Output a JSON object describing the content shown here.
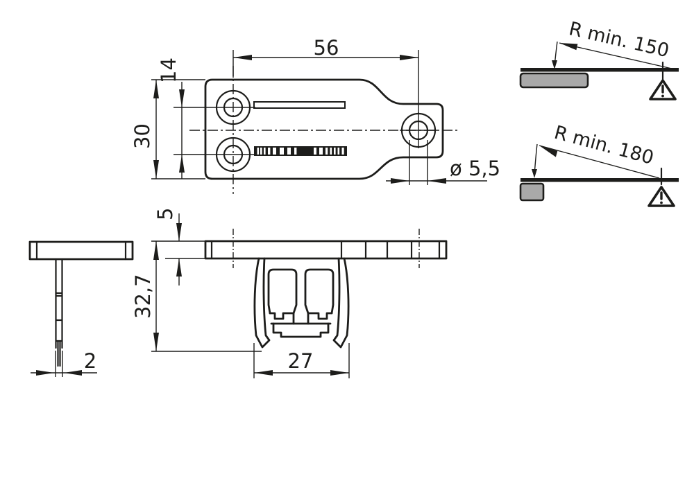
{
  "drawing": {
    "top_view": {
      "dim_width": "56",
      "dim_hole_spacing": "14",
      "dim_height": "30",
      "dim_hole_diameter": "ø 5,5"
    },
    "front_view": {
      "dim_plate_thickness": "5",
      "dim_total_height": "32,7",
      "dim_clip_width": "27"
    },
    "side_view": {
      "dim_stem_thickness": "2"
    },
    "bend_notes": [
      {
        "label": "R min. 150"
      },
      {
        "label": "R min. 180"
      }
    ],
    "colors": {
      "line": "#1d1d1b",
      "block_gray": "#a9a9a9",
      "background": "#ffffff"
    }
  }
}
